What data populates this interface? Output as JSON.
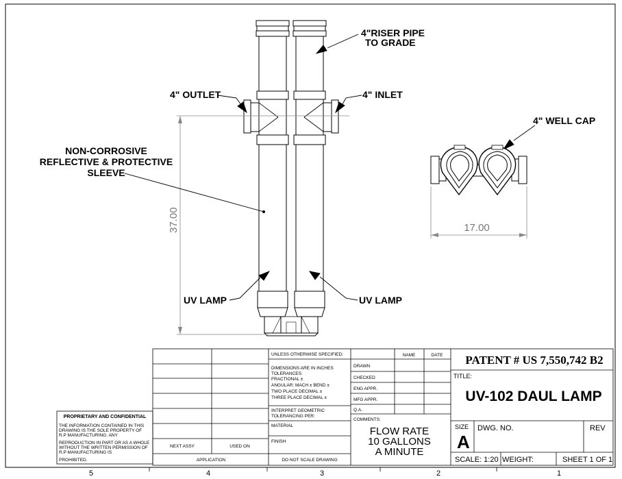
{
  "labels": {
    "riser_line1": "4\"RISER PIPE",
    "riser_line2": "TO GRADE",
    "outlet": "4\" OUTLET",
    "inlet": "4\" INLET",
    "well_cap": "4\" WELL CAP",
    "sleeve_line1": "NON-CORROSIVE",
    "sleeve_line2": "REFLECTIVE & PROTECTIVE",
    "sleeve_line3": "SLEEVE",
    "uv_lamp_left": "UV LAMP",
    "uv_lamp_right": "UV LAMP"
  },
  "dimensions": {
    "height": "37.00",
    "width": "17.00"
  },
  "zones": {
    "bottom": [
      "5",
      "4",
      "3",
      "2",
      "1"
    ]
  },
  "proprietary": {
    "heading": "PROPRIETARY AND CONFIDENTIAL",
    "lines": [
      "THE INFORMATION CONTAINED IN THIS",
      "DRAWING IS THE SOLE PROPERTY OF",
      "R.P MANUFACTURING.  ANY",
      "REPRODUCTION IN PART OR AS A WHOLE",
      "WITHOUT THE WRITTEN PERMISSION OF",
      "R.P MANUFACTURING IS",
      "PROHIBITED."
    ]
  },
  "title_block": {
    "next_assy": "NEXT ASSY",
    "used_on": "USED ON",
    "application": "APPLICATION",
    "unless": "UNLESS OTHERWISE SPECIFIED:",
    "dims_lines": [
      "DIMENSIONS ARE IN INCHES",
      "TOLERANCES:",
      "FRACTIONAL ±",
      "ANGULAR: MACH ±     BEND ±",
      "TWO PLACE DECIMAL   ±",
      "THREE PLACE DECIMAL  ±"
    ],
    "interpret_lines": [
      "INTERPRET GEOMETRIC",
      "TOLERANCING PER:"
    ],
    "material": "MATERIAL",
    "finish": "FINISH",
    "do_not_scale": "DO NOT SCALE DRAWING",
    "name": "NAME",
    "date": "DATE",
    "approvals": [
      "DRAWN",
      "CHECKED",
      "ENG APPR.",
      "MFG APPR.",
      "Q.A."
    ],
    "comments": "COMMENTS:",
    "flow_lines": [
      "FLOW RATE",
      "10 GALLONS",
      "A MINUTE"
    ],
    "patent": "PATENT # US 7,550,742 B2",
    "title_label": "TITLE:",
    "title": "UV-102 DAUL LAMP",
    "size_label": "SIZE",
    "size": "A",
    "dwg_no": "DWG.  NO.",
    "rev": "REV",
    "scale": "SCALE: 1:20",
    "weight": "WEIGHT:",
    "sheet": "SHEET 1 OF 1"
  }
}
